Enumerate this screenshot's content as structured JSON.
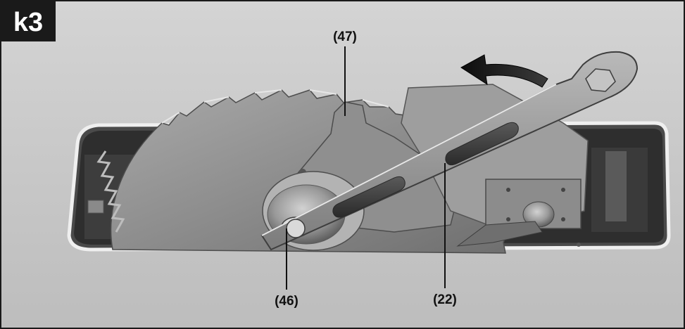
{
  "figure": {
    "tag": "k3",
    "callouts": {
      "c47": "(47)",
      "c46": "(46)",
      "c22": "(22)"
    }
  },
  "colors": {
    "background": "#c9c9c9",
    "tag_bg": "#1a1a1a",
    "tag_text": "#ffffff",
    "metal": "#9a9a9a",
    "shadow": "#3a3a3a"
  }
}
